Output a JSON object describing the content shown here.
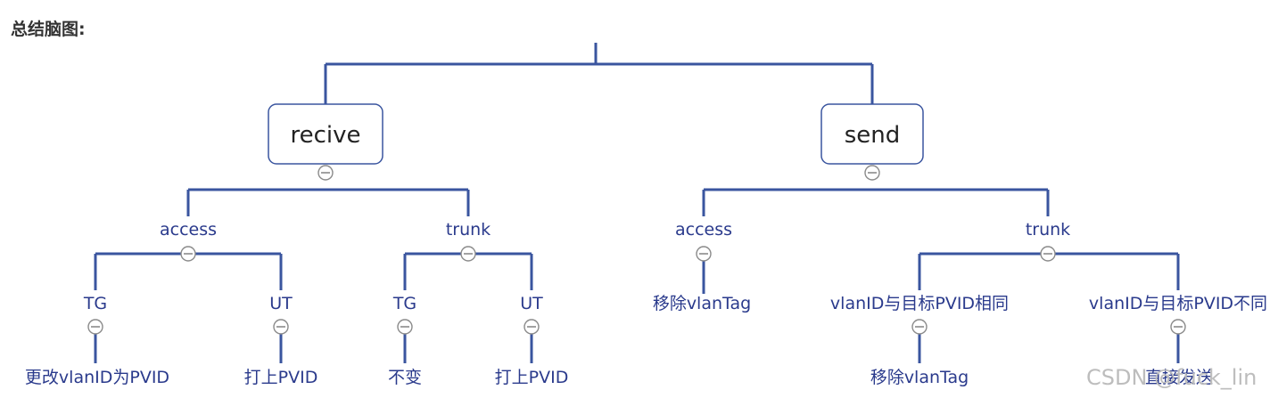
{
  "page": {
    "title": "总结脑图:"
  },
  "diagram": {
    "line_color": "#3a559f",
    "box_border": "#3a559f",
    "label_color": "#2a3a8c",
    "nodes": [
      {
        "id": "recive",
        "label": "recive",
        "root": true,
        "collapse": true
      },
      {
        "id": "send",
        "label": "send",
        "root": true,
        "collapse": true
      },
      {
        "id": "r_access",
        "label": "access",
        "collapse": true
      },
      {
        "id": "r_trunk",
        "label": "trunk",
        "collapse": true
      },
      {
        "id": "s_access",
        "label": "access",
        "collapse": true
      },
      {
        "id": "s_trunk",
        "label": "trunk",
        "collapse": true
      },
      {
        "id": "ra_tg",
        "label": "TG",
        "collapse": true
      },
      {
        "id": "ra_ut",
        "label": "UT",
        "collapse": true
      },
      {
        "id": "rt_tg",
        "label": "TG",
        "collapse": true
      },
      {
        "id": "rt_ut",
        "label": "UT",
        "collapse": true
      },
      {
        "id": "sa_leaf",
        "label": "移除vlanTag",
        "collapse": false
      },
      {
        "id": "st_same",
        "label": "vlanID与目标PVID相同",
        "collapse": true
      },
      {
        "id": "st_diff",
        "label": "vlanID与目标PVID不同",
        "collapse": true
      },
      {
        "id": "ra_tg_leaf",
        "label": "更改vlanID为PVID",
        "collapse": false
      },
      {
        "id": "ra_ut_leaf",
        "label": "打上PVID",
        "collapse": false
      },
      {
        "id": "rt_tg_leaf",
        "label": "不变",
        "collapse": false
      },
      {
        "id": "rt_ut_leaf",
        "label": "打上PVID",
        "collapse": false
      },
      {
        "id": "st_same_leaf",
        "label": "移除vlanTag",
        "collapse": false
      },
      {
        "id": "st_diff_leaf",
        "label": "直接发送",
        "collapse": false
      }
    ],
    "edges": [
      [
        "recive",
        "r_access"
      ],
      [
        "recive",
        "r_trunk"
      ],
      [
        "send",
        "s_access"
      ],
      [
        "send",
        "s_trunk"
      ],
      [
        "r_access",
        "ra_tg"
      ],
      [
        "r_access",
        "ra_ut"
      ],
      [
        "r_trunk",
        "rt_tg"
      ],
      [
        "r_trunk",
        "rt_ut"
      ],
      [
        "s_access",
        "sa_leaf"
      ],
      [
        "s_trunk",
        "st_same"
      ],
      [
        "s_trunk",
        "st_diff"
      ],
      [
        "ra_tg",
        "ra_tg_leaf"
      ],
      [
        "ra_ut",
        "ra_ut_leaf"
      ],
      [
        "rt_tg",
        "rt_tg_leaf"
      ],
      [
        "rt_ut",
        "rt_ut_leaf"
      ],
      [
        "st_same",
        "st_same_leaf"
      ],
      [
        "st_diff",
        "st_diff_leaf"
      ]
    ]
  },
  "watermark": "CSDN @fuck_lin"
}
